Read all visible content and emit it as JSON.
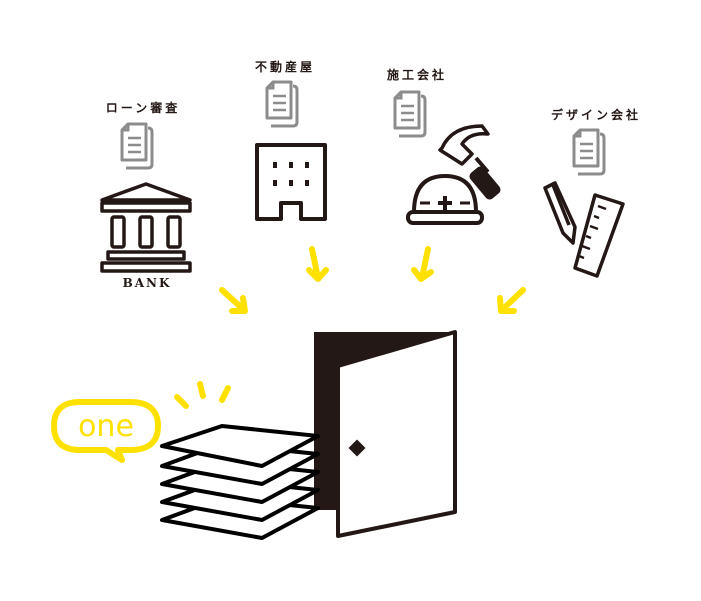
{
  "labels": {
    "loan": "ローン審査",
    "realestate": "不動産屋",
    "construction": "施工会社",
    "design": "デザイン会社",
    "bank": "BANK",
    "one": "one"
  },
  "colors": {
    "accent": "#ffe100",
    "ink": "#231815",
    "doc": "#8c8c8c"
  },
  "icons": [
    "document-icon",
    "bank-icon",
    "building-icon",
    "hammer-icon",
    "helmet-icon",
    "pencil-icon",
    "ruler-icon",
    "arrow-icon",
    "door-icon",
    "paper-stack-icon",
    "speech-bubble-icon"
  ]
}
